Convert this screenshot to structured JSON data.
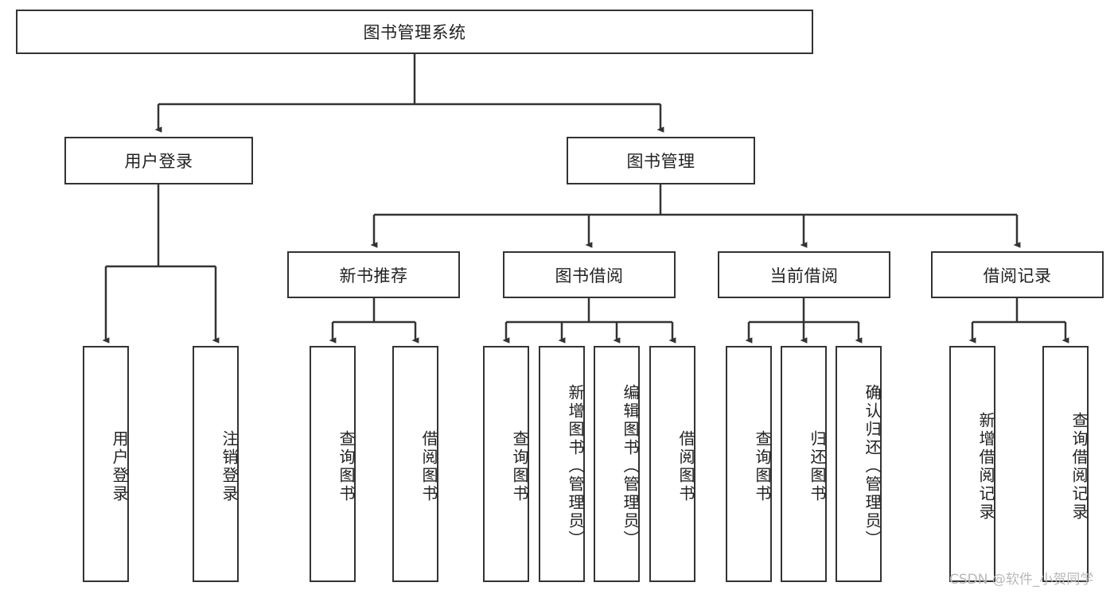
{
  "diagram": {
    "type": "tree",
    "title": "图书管理系统",
    "root": {
      "id": "root",
      "label": "图书管理系统"
    },
    "level2": [
      {
        "id": "user-login",
        "label": "用户登录"
      },
      {
        "id": "book-management",
        "label": "图书管理"
      }
    ],
    "level3": [
      {
        "id": "new-book-recommend",
        "label": "新书推荐"
      },
      {
        "id": "book-borrow",
        "label": "图书借阅"
      },
      {
        "id": "current-borrow",
        "label": "当前借阅"
      },
      {
        "id": "borrow-record",
        "label": "借阅记录"
      }
    ],
    "leaves": {
      "user_login": [
        {
          "id": "leaf-user-login",
          "label": "用户登录"
        },
        {
          "id": "leaf-logout-login",
          "label": "注销登录"
        }
      ],
      "new_book_recommend": [
        {
          "id": "leaf-query-book-1",
          "label": "查询图书"
        },
        {
          "id": "leaf-borrow-book-1",
          "label": "借阅图书"
        }
      ],
      "book_borrow": [
        {
          "id": "leaf-query-book-2",
          "label": "查询图书"
        },
        {
          "id": "leaf-add-book",
          "label": "新增图书（管理员）"
        },
        {
          "id": "leaf-edit-book",
          "label": "编辑图书（管理员）"
        },
        {
          "id": "leaf-borrow-book-2",
          "label": "借阅图书"
        }
      ],
      "current_borrow": [
        {
          "id": "leaf-query-book-3",
          "label": "查询图书"
        },
        {
          "id": "leaf-return-book",
          "label": "归还图书"
        },
        {
          "id": "leaf-confirm-return",
          "label": "确认归还（管理员）"
        }
      ],
      "borrow_record": [
        {
          "id": "leaf-add-record",
          "label": "新增借阅记录"
        },
        {
          "id": "leaf-query-record",
          "label": "查询借阅记录"
        }
      ]
    }
  },
  "watermark": {
    "text": "CSDN @软件_小贺同学"
  },
  "colors": {
    "stroke": "#333333",
    "background": "#ffffff",
    "text": "#222222",
    "watermark": "#b9b9b9"
  }
}
